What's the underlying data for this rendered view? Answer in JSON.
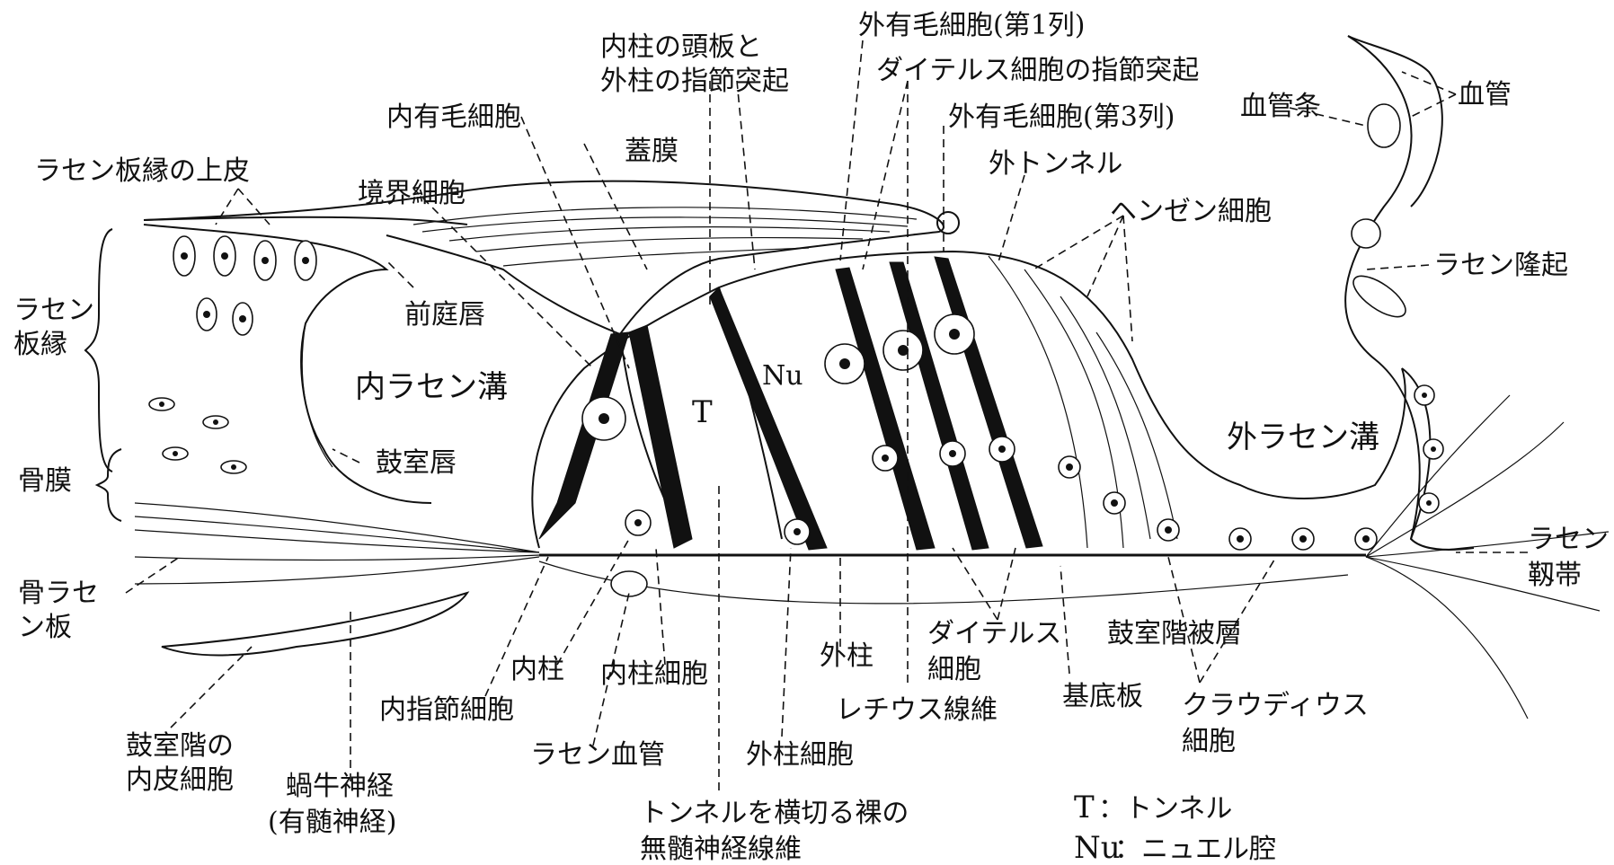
{
  "labels": {
    "spiral_limbus_epithelium": "ラセン板縁の上皮",
    "spiral_limbus": "ラセン\n板縁",
    "periosteum": "骨膜",
    "osseous_spiral_lamina": "骨ラセ\nン板",
    "scala_tympani_endothelium": "鼓室階の\n内皮細胞",
    "cochlear_nerve": "蝸牛神経\n(有髄神経)",
    "inner_phalangeal_cell": "内指節細胞",
    "inner_pillar": "内柱",
    "spiral_vessel": "ラセン血管",
    "inner_pillar_cell": "内柱細胞",
    "outer_pillar_cell": "外柱細胞",
    "outer_pillar": "外柱",
    "tunnel_fibers": "トンネルを横切る裸の\n無髄神経線維",
    "rechius_fibers": "レチウス線維",
    "deiters_cells": "ダイテルス\n細胞",
    "basilar_membrane": "基底板",
    "tympanic_covering_layer": "鼓室階被層",
    "claudius_cells": "クラウディウス\n細胞",
    "spiral_ligament": "ラセン\n靱帯",
    "external_spiral_sulcus": "外ラセン溝",
    "spiral_prominence": "ラセン隆起",
    "stria_vascularis": "血管条",
    "blood_vessel": "血管",
    "hensen_cells": "ヘンゼン細胞",
    "outer_tunnel": "外トンネル",
    "outer_hair_cell_3": "外有毛細胞(第3列)",
    "deiters_phalangeal": "ダイテルス細胞の指節突起",
    "outer_hair_cell_1": "外有毛細胞(第1列)",
    "head_plates": "内柱の頭板と\n外柱の指節突起",
    "inner_hair_cell": "内有毛細胞",
    "tectorial_membrane": "蓋膜",
    "border_cells": "境界細胞",
    "vestibular_lip": "前庭唇",
    "inner_spiral_sulcus": "内ラセン溝",
    "tympanic_lip": "鼓室唇",
    "tunnel_T": "T",
    "nuel_Nu": "Nu"
  },
  "legend": {
    "t_key": "T",
    "t_text": "：トンネル",
    "nu_key": "Nu",
    "nu_text": "：ニュエル腔"
  }
}
